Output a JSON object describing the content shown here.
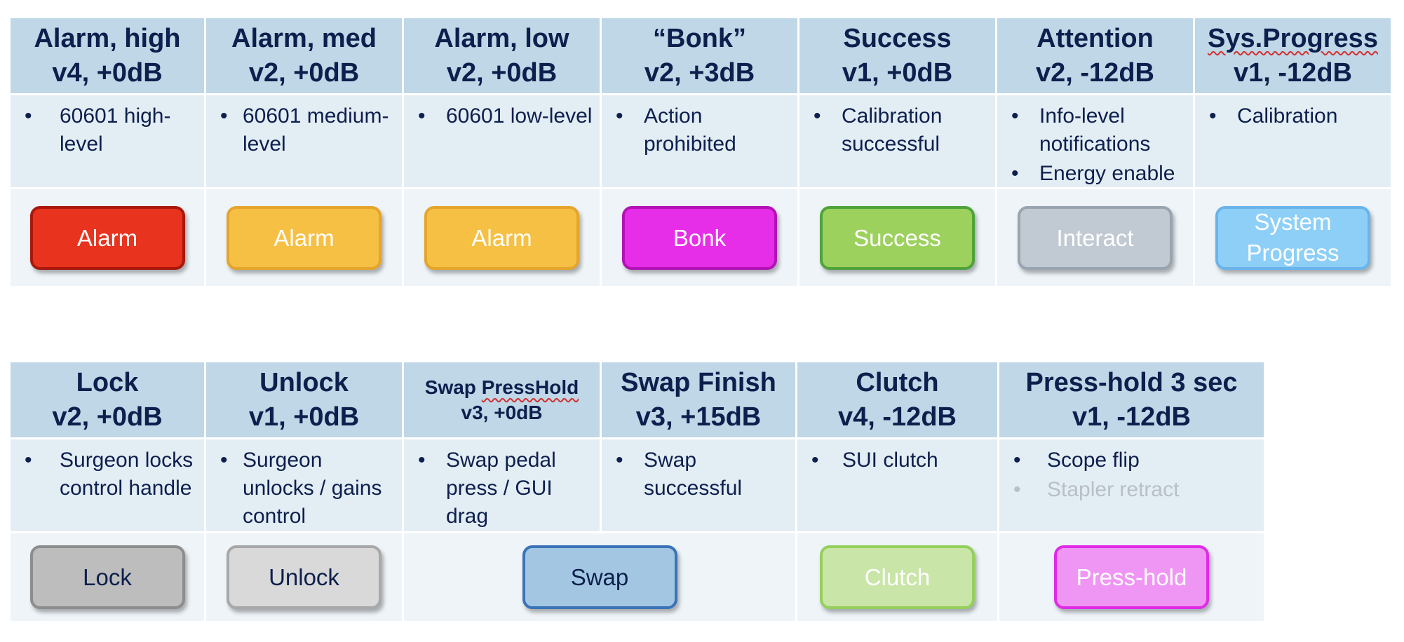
{
  "table_top": {
    "columns": [
      {
        "title": "Alarm, high",
        "sub": "v4, +0dB",
        "bullets": [
          "60601 high-level"
        ],
        "button": "Alarm",
        "fill": "#e8331f",
        "border": "#a8180d"
      },
      {
        "title": "Alarm, med",
        "sub": "v2, +0dB",
        "bullets": [
          "60601 medium-level"
        ],
        "button": "Alarm",
        "fill": "#f5c044",
        "border": "#e5a52c"
      },
      {
        "title": "Alarm, low",
        "sub": "v2, +0dB",
        "bullets": [
          "60601 low-level"
        ],
        "button": "Alarm",
        "fill": "#f5c044",
        "border": "#e5a52c"
      },
      {
        "title": "“Bonk”",
        "sub": "v2, +3dB",
        "bullets": [
          "Action prohibited"
        ],
        "button": "Bonk",
        "fill": "#e62ee8",
        "border": "#b312b5"
      },
      {
        "title": "Success",
        "sub": "v1, +0dB",
        "bullets": [
          "Calibration successful"
        ],
        "button": "Success",
        "fill": "#9dd15e",
        "border": "#4fa33b"
      },
      {
        "title": "Attention",
        "sub": "v2, -12dB",
        "bullets": [
          "Info-level notifications",
          "Energy enable"
        ],
        "button": "Interact",
        "fill": "#c1cad2",
        "border": "#98a5b0"
      },
      {
        "title": "Sys.Progress",
        "sub": "v1, -12dB",
        "bullets": [
          "Calibration"
        ],
        "button": "System Progress",
        "fill": "#8ecff7",
        "border": "#6ab4ec"
      }
    ]
  },
  "table_bottom": {
    "columns": [
      {
        "title": "Lock",
        "sub": "v2, +0dB",
        "bullets": [
          "Surgeon locks control handle"
        ]
      },
      {
        "title": "Unlock",
        "sub": "v1, +0dB",
        "bullets": [
          "Surgeon unlocks / gains control"
        ]
      },
      {
        "title": "Swap PressHold",
        "sub": "v3, +0dB",
        "bullets": [
          "Swap pedal press / GUI drag"
        ]
      },
      {
        "title": "Swap Finish",
        "sub": "v3, +15dB",
        "bullets": [
          "Swap successful"
        ]
      },
      {
        "title": "Clutch",
        "sub": "v4, -12dB",
        "bullets": [
          "SUI clutch"
        ]
      },
      {
        "title": "Press-hold 3 sec",
        "sub": "v1, -12dB",
        "bullets": [
          "Scope flip"
        ],
        "muted_bullet": "Stapler retract"
      }
    ],
    "buttons": [
      {
        "label": "Lock",
        "fill": "#bdbdbd",
        "border": "#8d8d8d"
      },
      {
        "label": "Unlock",
        "fill": "#d9d9d9",
        "border": "#a8a8a8"
      },
      {
        "label": "Swap",
        "fill": "#a3c7e2",
        "border": "#3a73b8"
      },
      {
        "label": "Clutch",
        "fill": "#c9e5a8",
        "border": "#95cf5c"
      },
      {
        "label": "Press-hold",
        "fill": "#ef96f5",
        "border": "#e02be6"
      }
    ]
  }
}
